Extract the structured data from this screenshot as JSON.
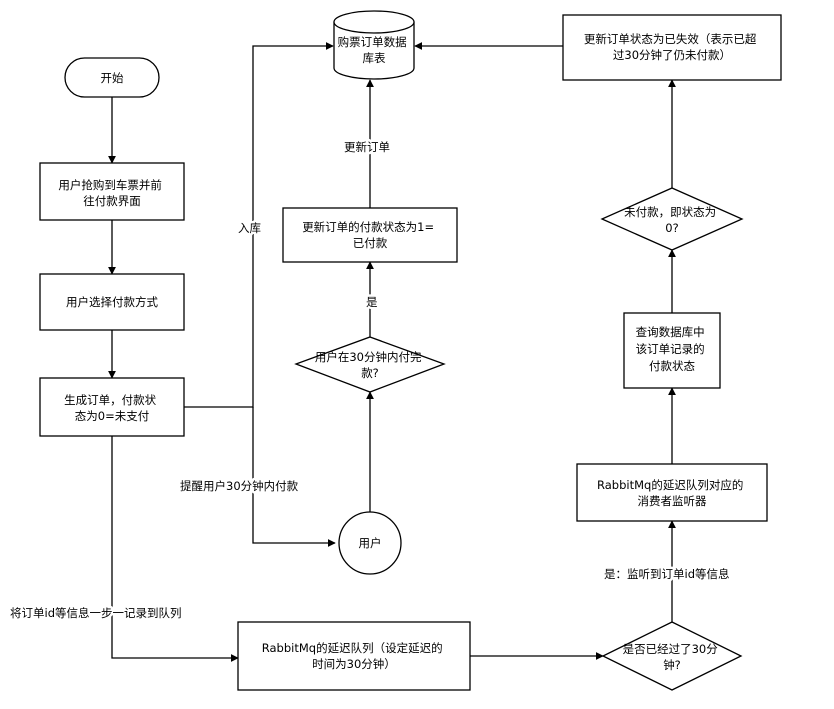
{
  "nodes": {
    "start": "开始",
    "grab_ticket": [
      "用户抢购到车票并前",
      "往付款界面"
    ],
    "choose_payment": "用户选择付款方式",
    "create_order": [
      "生成订单，付款状",
      "态为0=未支付"
    ],
    "rabbitmq_queue": [
      "RabbitMq的延迟队列（设定延迟的",
      "时间为30分钟）"
    ],
    "check_30min": [
      "是否已经过了30分",
      "钟?"
    ],
    "consumer_listener": [
      "RabbitMq的延迟队列对应的",
      "消费者监听器"
    ],
    "query_db": [
      "查询数据库中",
      "该订单记录的",
      "付款状态"
    ],
    "unpaid_check": [
      "未付款，即状态为",
      "0?"
    ],
    "expire_order": [
      "更新订单状态为已失效（表示已超",
      "过30分钟了仍未付款）"
    ],
    "database": [
      "购票订单数据",
      "库表"
    ],
    "user": "用户",
    "paid_in_30": [
      "用户在30分钟内付完",
      "款?"
    ],
    "set_paid": [
      "更新订单的付款状态为1=",
      "已付款"
    ]
  },
  "edges": {
    "to_queue": "将订单id等信息一步一记录到队列",
    "yes_listen": "是：监听到订单id等信息",
    "remind_user": "提醒用户30分钟内付款",
    "store": "入库",
    "yes": "是",
    "update_order": "更新订单"
  }
}
